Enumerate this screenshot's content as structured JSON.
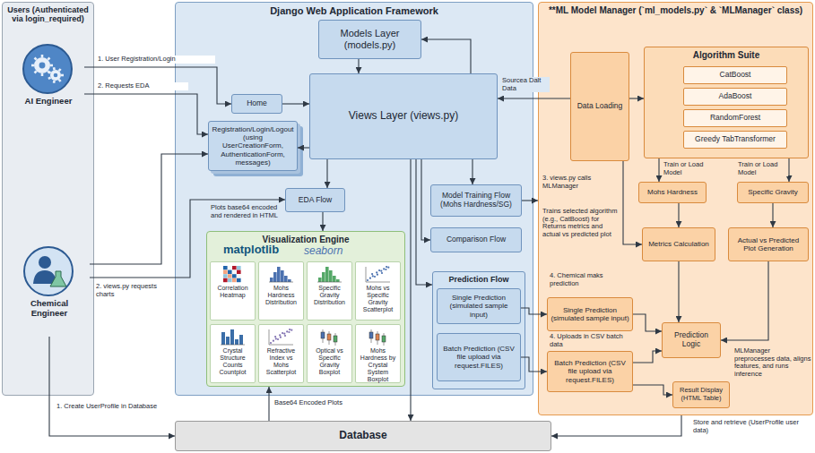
{
  "diagram": {
    "nodes": [
      {
        "text": [
          "Users (Authenticated via login_required)"
        ]
      },
      {
        "text": [
          "AI Engineer"
        ],
        "in": 0
      },
      {
        "text": [
          "Chemical Engineer"
        ],
        "in": 0
      },
      {
        "text": [
          "Django Web Application Framework"
        ]
      },
      {
        "text": [
          "Models Layer (models.py)"
        ],
        "in": 3
      },
      {
        "text": [
          "Home"
        ],
        "in": 3
      },
      {
        "text": [
          "Registration/Login/Logout (using UserCreationForm, AuthenticationForm, messages)"
        ],
        "in": 3
      },
      {
        "text": [
          "Views Layer (views.py)"
        ],
        "in": 3
      },
      {
        "text": [
          "EDA Flow"
        ],
        "in": 3
      },
      {
        "text": [
          "Visualization Engine"
        ],
        "in": 3
      },
      {
        "text": [
          "Correlation Heatmap"
        ],
        "in": 9
      },
      {
        "text": [
          "Mohs Hardness Distribution"
        ],
        "in": 9
      },
      {
        "text": [
          "Specific Gravity Distribution"
        ],
        "in": 9
      },
      {
        "text": [
          "Mohs vs Specific Gravity Scatterplot"
        ],
        "in": 9
      },
      {
        "text": [
          "Crystal Structure Counts Countplot"
        ],
        "in": 9
      },
      {
        "text": [
          "Refractive Index vs Mohs Scatterplot"
        ],
        "in": 9
      },
      {
        "text": [
          "Optical vs Specific Gravity Boxplot"
        ],
        "in": 9
      },
      {
        "text": [
          "Mohs Hardness by Crystal System Boxplot"
        ],
        "in": 9
      },
      {
        "text": [
          "Model Training Flow (Mohs Hardness/SG)"
        ],
        "in": 3
      },
      {
        "text": [
          "Comparison Flow"
        ],
        "in": 3
      },
      {
        "text": [
          "Prediction Flow"
        ],
        "in": 3
      },
      {
        "text": [
          "Single Prediction (simulated sample input)"
        ],
        "in": 20
      },
      {
        "text": [
          "Batch Prediction (CSV file upload via request.FILES)"
        ],
        "in": 20
      },
      {
        "text": [
          "Database"
        ]
      },
      {
        "text": [
          "**ML Model Manager (`ml_models.py` & `MLManager` class)"
        ]
      },
      {
        "text": [
          "Data Loading"
        ],
        "in": 24
      },
      {
        "text": [
          "Algorithm Suite"
        ],
        "in": 24
      },
      {
        "text": [
          "CatBoost"
        ],
        "in": 26
      },
      {
        "text": [
          "AdaBoost"
        ],
        "in": 26
      },
      {
        "text": [
          "RandomForest"
        ],
        "in": 26
      },
      {
        "text": [
          "Greedy TabTransformer"
        ],
        "in": 26
      },
      {
        "text": [
          "Mohs Hardness"
        ],
        "in": 24
      },
      {
        "text": [
          "Specific Gravity"
        ],
        "in": 24
      },
      {
        "text": [
          "Metrics Calculation"
        ],
        "in": 24
      },
      {
        "text": [
          "Actual vs Predicted Plot Generation"
        ],
        "in": 24
      },
      {
        "text": [
          "Single Prediction (simulated sample input)"
        ],
        "in": 24
      },
      {
        "text": [
          "Batch Prediction (CSV file upload via request.FILES)"
        ],
        "in": 24
      },
      {
        "text": [
          "Prediction Logic"
        ],
        "in": 24
      },
      {
        "text": [
          "Result Display (HTML Table)"
        ],
        "in": 24
      }
    ],
    "edges": [
      {
        "from": 1,
        "to": 5,
        "arrow": "to",
        "label": "1. User Registration/Login"
      },
      {
        "from": 1,
        "to": 6,
        "arrow": "to",
        "label": "2. Requests EDA"
      },
      {
        "from": 2,
        "to": 6,
        "arrow": "to"
      },
      {
        "from": 2,
        "to": 8,
        "arrow": "to",
        "label": "2. views.py requests charts"
      },
      {
        "from": 2,
        "to": 23,
        "arrow": "to",
        "label": "1. Create UserProfile in Database"
      },
      {
        "from": 5,
        "to": 7,
        "arrow": "to"
      },
      {
        "from": 4,
        "to": 7,
        "arrow": "to"
      },
      {
        "from": 7,
        "to": 4,
        "arrow": "to"
      },
      {
        "from": 25,
        "to": 7,
        "arrow": "to",
        "label": "Sourcea Dalt Data"
      },
      {
        "from": 7,
        "to": 6,
        "arrow": "to"
      },
      {
        "from": 7,
        "to": 8,
        "arrow": "to"
      },
      {
        "from": 8,
        "to": 9,
        "arrow": "to",
        "label": "Plots base64 encoded and rendered in HTML"
      },
      {
        "from": 7,
        "to": 18,
        "arrow": "to"
      },
      {
        "from": 7,
        "to": 19,
        "arrow": "to"
      },
      {
        "from": 7,
        "to": 20,
        "arrow": "to"
      },
      {
        "from": 7,
        "to": 23,
        "arrow": "to"
      },
      {
        "from": 18,
        "to": 24,
        "arrow": "to",
        "label": "3. views.py calls MLManager"
      },
      {
        "from": 25,
        "to": 26,
        "arrow": "to"
      },
      {
        "from": 26,
        "to": 31,
        "arrow": "to",
        "label": "Train or Load Model"
      },
      {
        "from": 26,
        "to": 32,
        "arrow": "to",
        "label": "Train or Load Model"
      },
      {
        "from": 25,
        "to": 33,
        "arrow": "to"
      },
      {
        "from": 31,
        "to": 33,
        "arrow": "to"
      },
      {
        "from": 32,
        "to": 34,
        "arrow": "to"
      },
      {
        "from": 21,
        "to": 35,
        "arrow": "to",
        "label": "4. Chemical maks prediction"
      },
      {
        "from": 22,
        "to": 36,
        "arrow": "to",
        "label": "4. Uploads in CSV batch data"
      },
      {
        "from": 35,
        "to": 37,
        "arrow": "to"
      },
      {
        "from": 36,
        "to": 37,
        "arrow": "to"
      },
      {
        "from": 36,
        "to": 38,
        "arrow": "to"
      },
      {
        "from": 33,
        "to": 37,
        "arrow": "to"
      },
      {
        "from": 34,
        "to": 37,
        "arrow": "to"
      },
      {
        "from": 23,
        "to": 9,
        "arrow": "to",
        "label": "Base64 Encoded Plots"
      },
      {
        "from": 24,
        "to": 23,
        "arrow": "to",
        "label": "Store and retrieve (UserProfile user data)"
      }
    ],
    "labels": [
      "matplotlib",
      "seaborn",
      "Trains selected algorithm (e.g., CatBoost) for Returns metrics and actual vs predicted plot",
      "MLManager preprocesses data, aligns features, and runs inference"
    ]
  }
}
